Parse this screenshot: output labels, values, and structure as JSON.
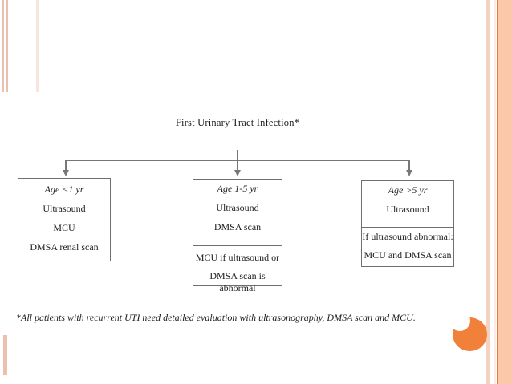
{
  "slide": {
    "title": "First Urinary Tract Infection*",
    "boxes": [
      {
        "age": "Age <1 yr",
        "lines": [
          "Ultrasound",
          "MCU",
          "DMSA renal scan"
        ]
      },
      {
        "age": "Age 1-5 yr",
        "lines": [
          "Ultrasound",
          "DMSA scan"
        ],
        "conditional": [
          "MCU if ultrasound or",
          "DMSA scan is abnormal"
        ]
      },
      {
        "age": "Age >5 yr",
        "lines": [
          "Ultrasound"
        ],
        "conditional": [
          "If ultrasound abnormal:",
          "MCU and DMSA scan"
        ]
      }
    ],
    "footnote": "*All patients with recurrent UTI need detailed evaluation with ultrasonography, DMSA scan and MCU.",
    "theme_colors": {
      "accent_orange": "#F0803A",
      "peach_band": "#FBC9A7",
      "salmon_stripe": "#ECBFAE",
      "line_gray": "#777777"
    }
  }
}
